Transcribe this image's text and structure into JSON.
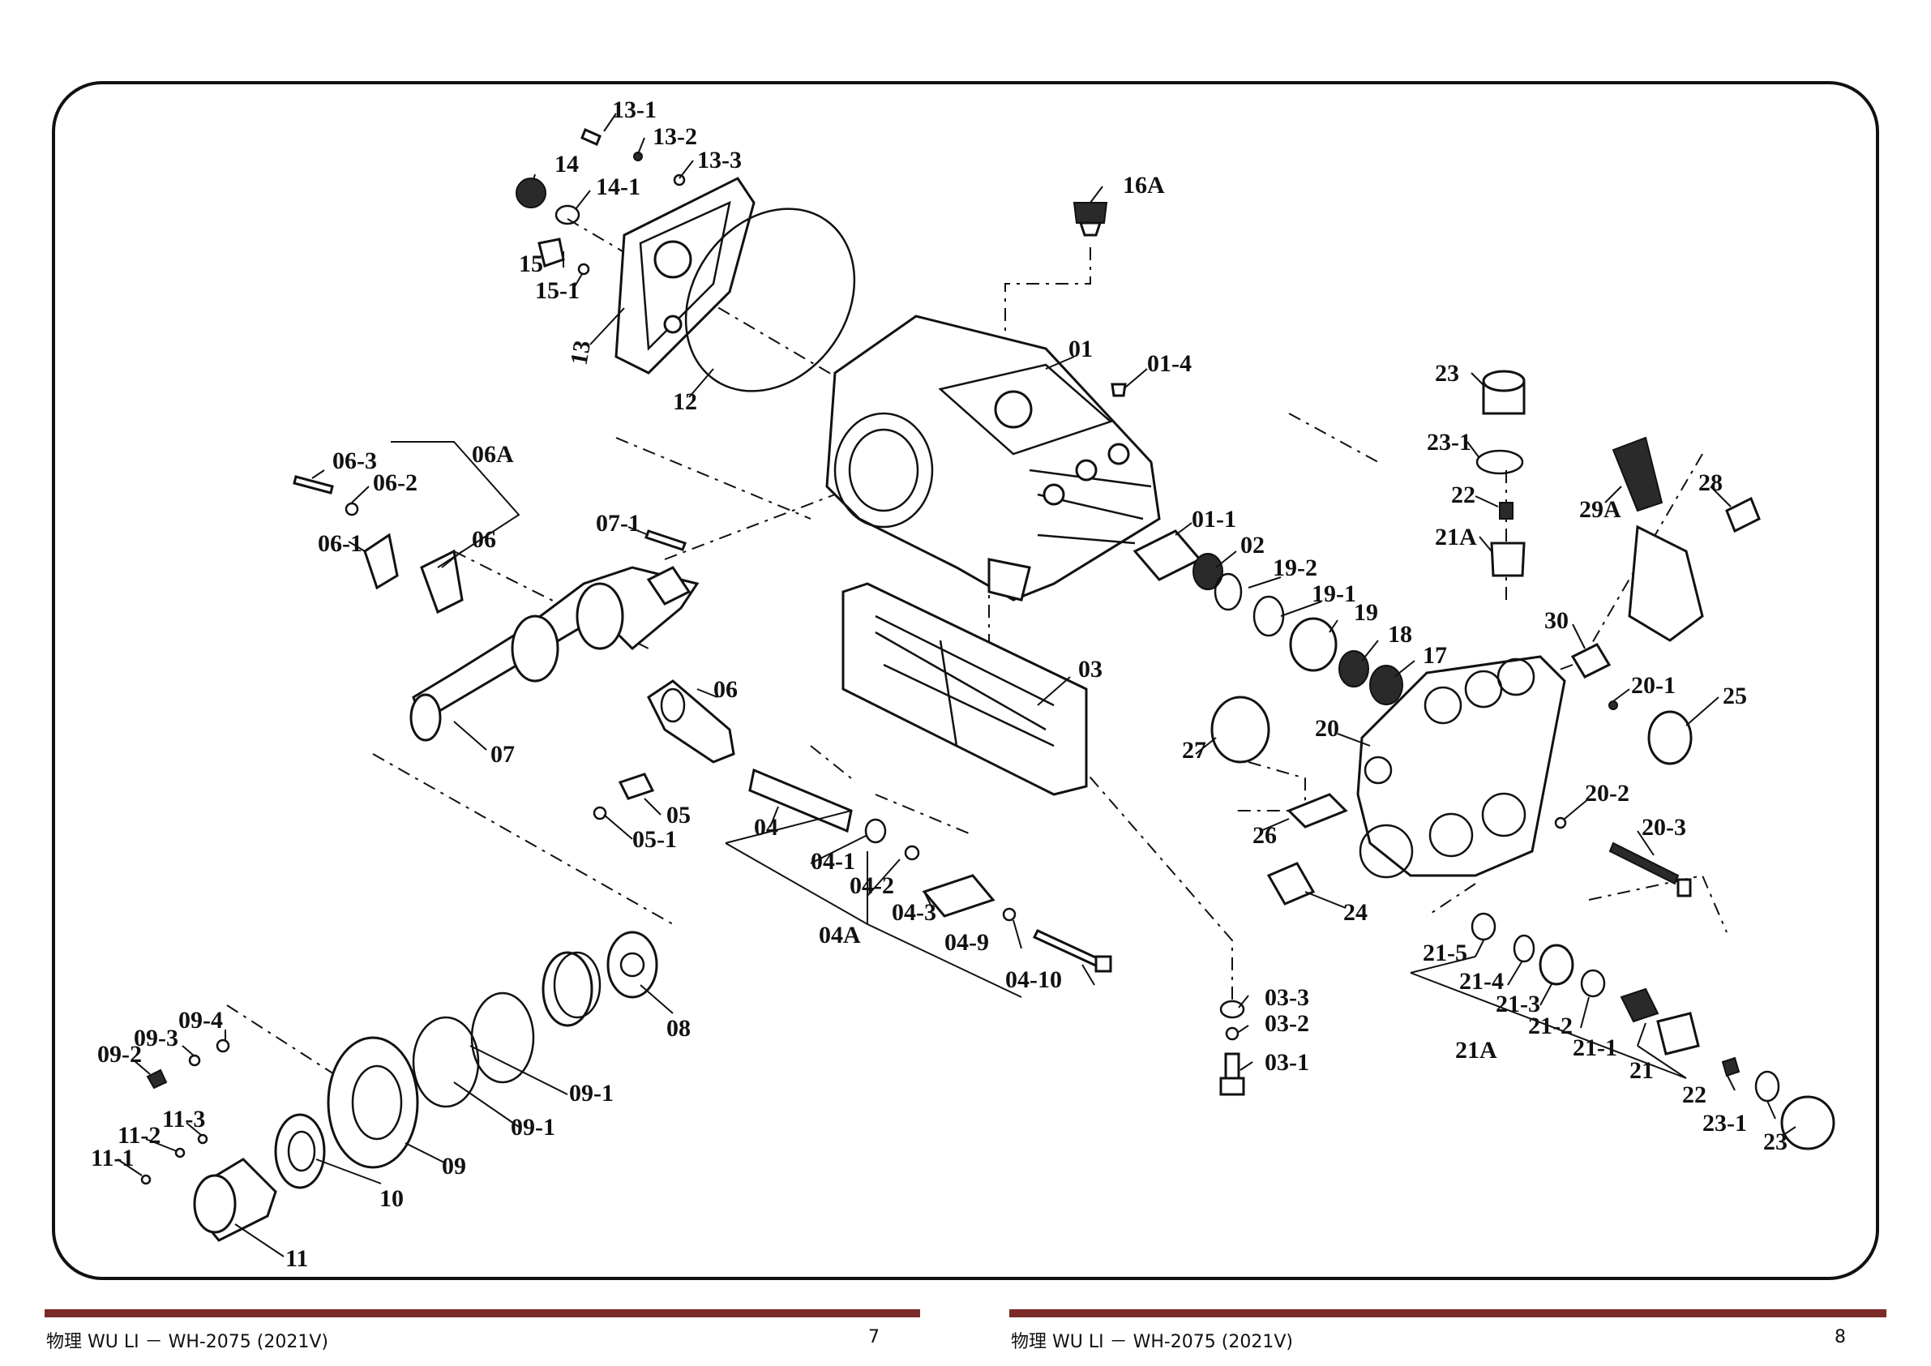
{
  "labels": {
    "l13_1": "13-1",
    "l13_2": "13-2",
    "l13_3": "13-3",
    "l14": "14",
    "l14_1": "14-1",
    "l15": "15",
    "l15_1": "15-1",
    "l13": "13",
    "l12": "12",
    "l16A": "16A",
    "l01": "01",
    "l01_4": "01-4",
    "l01_1": "01-1",
    "l02": "02",
    "l19_2": "19-2",
    "l19_1": "19-1",
    "l19": "19",
    "l18": "18",
    "l17": "17",
    "l03": "03",
    "l06_3": "06-3",
    "l06_2": "06-2",
    "l06A": "06A",
    "l06_1": "06-1",
    "l06": "06",
    "l07_1": "07-1",
    "l07": "07",
    "l06b": "06",
    "l05": "05",
    "l05_1": "05-1",
    "l04": "04",
    "l04_1": "04-1",
    "l04_2": "04-2",
    "l04_3": "04-3",
    "l04A": "04A",
    "l04_9": "04-9",
    "l04_10": "04-10",
    "l08": "08",
    "l09_1a": "09-1",
    "l09_1b": "09-1",
    "l09": "09",
    "l09_4": "09-4",
    "l09_3": "09-3",
    "l09_2": "09-2",
    "l10": "10",
    "l11": "11",
    "l11_1": "11-1",
    "l11_2": "11-2",
    "l11_3": "11-3",
    "l03_3": "03-3",
    "l03_2": "03-2",
    "l03_1": "03-1",
    "l23a": "23",
    "l23_1a": "23-1",
    "l22a": "22",
    "l21Aa": "21A",
    "l29A": "29A",
    "l28": "28",
    "l30": "30",
    "l20_1": "20-1",
    "l25": "25",
    "l20": "20",
    "l27": "27",
    "l26": "26",
    "l24": "24",
    "l20_2": "20-2",
    "l20_3": "20-3",
    "l21_5": "21-5",
    "l21_4": "21-4",
    "l21_3": "21-3",
    "l21_2": "21-2",
    "l21Ab": "21A",
    "l21_1": "21-1",
    "l21": "21",
    "l22b": "22",
    "l23_1b": "23-1",
    "l23b": "23"
  },
  "footer_left": {
    "doc": "物理 WU LI － WH-2075 (2021V)",
    "page": "7"
  },
  "footer_right": {
    "doc": "物理 WU LI － WH-2075 (2021V)",
    "page": "8"
  },
  "colors": {
    "footer_bar": "#7b2a2a",
    "frame": "#111111"
  }
}
